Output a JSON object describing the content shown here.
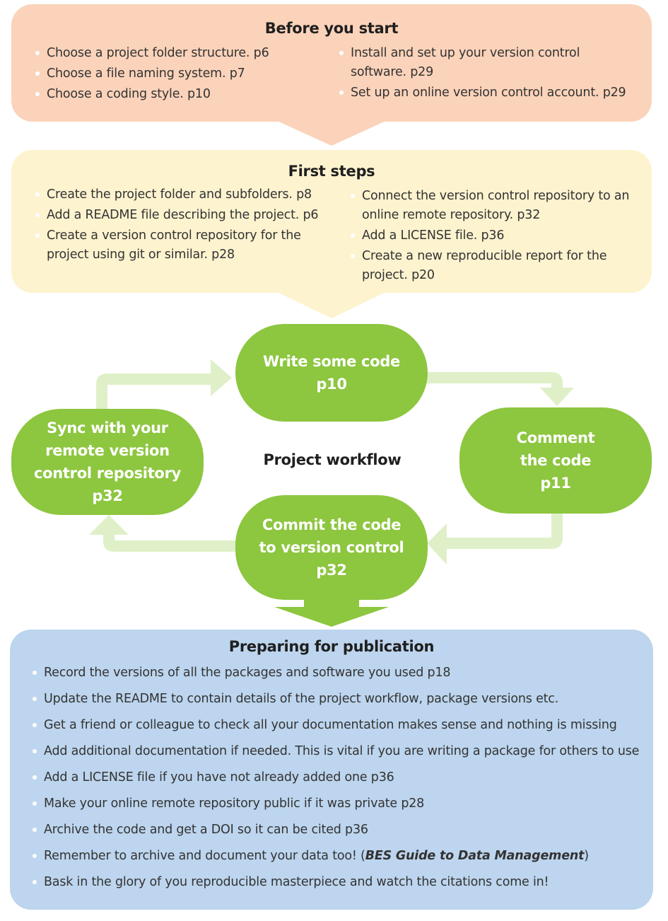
{
  "before": {
    "title": "Before you start",
    "left": [
      "Choose a project folder structure. p6",
      "Choose a file naming system. p7",
      "Choose a coding style. p10"
    ],
    "right": [
      "Install and set up your version control software. p29",
      "Set up an online version control account. p29"
    ]
  },
  "first": {
    "title": "First steps",
    "left": [
      "Create the project folder and subfolders. p8",
      "Add a README file describing the project. p6",
      "Create a version control repository for the project using git or similar. p28"
    ],
    "right": [
      "Connect the version control repository to an online remote repository. p32",
      "Add a LICENSE file. p36",
      "Create a new reproducible report for the project. p20"
    ]
  },
  "workflow": {
    "label": "Project workflow",
    "write": [
      "Write some code",
      "p10"
    ],
    "comment": [
      "Comment",
      "the code",
      "p11"
    ],
    "commit": [
      "Commit the code",
      "to version control",
      "p32"
    ],
    "sync": [
      "Sync with your",
      "remote version",
      "control repository",
      "p32"
    ]
  },
  "publication": {
    "title": "Preparing for publication",
    "items": [
      "Record the versions of all the packages and software you used p18",
      "Update the README to contain details of the project workflow, package versions etc.",
      "Get a friend or colleague to check all your documentation makes sense and nothing is missing",
      "Add additional documentation if needed. This is vital if you are writing a package for others to use",
      "Add a LICENSE file if you have not already added one p36",
      "Make your online remote repository public if it was private p28",
      "Archive the code and get a DOI so it can be cited p36"
    ],
    "remember_prefix": "Remember to archive and document your data too! (",
    "remember_emph": "BES Guide to Data Management",
    "remember_suffix": ")",
    "last": "Bask in the glory of you reproducible masterpiece and watch the citations come in!"
  },
  "colors": {
    "before_bg": "#fbd3ba",
    "first_bg": "#fdf3cf",
    "pub_bg": "#bdd5ee",
    "node_green": "#8dc63f",
    "arrow_light_green": "#dff0c8"
  }
}
